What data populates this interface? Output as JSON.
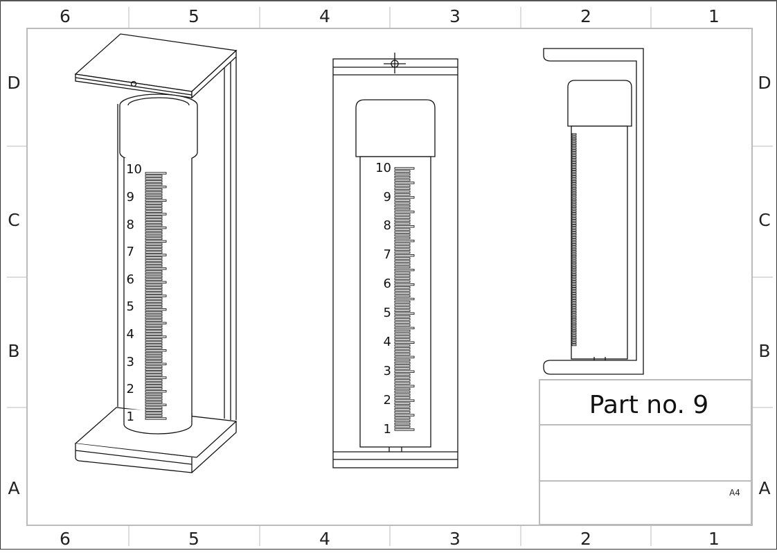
{
  "sheet": {
    "columns": [
      "6",
      "5",
      "4",
      "3",
      "2",
      "1"
    ],
    "rows": [
      "D",
      "C",
      "B",
      "A"
    ]
  },
  "title_block": {
    "part_number": "Part no. 9",
    "sheet_size": "A4"
  },
  "scale": {
    "labels": [
      "1",
      "2",
      "3",
      "4",
      "5",
      "6",
      "7",
      "8",
      "9",
      "10"
    ]
  }
}
